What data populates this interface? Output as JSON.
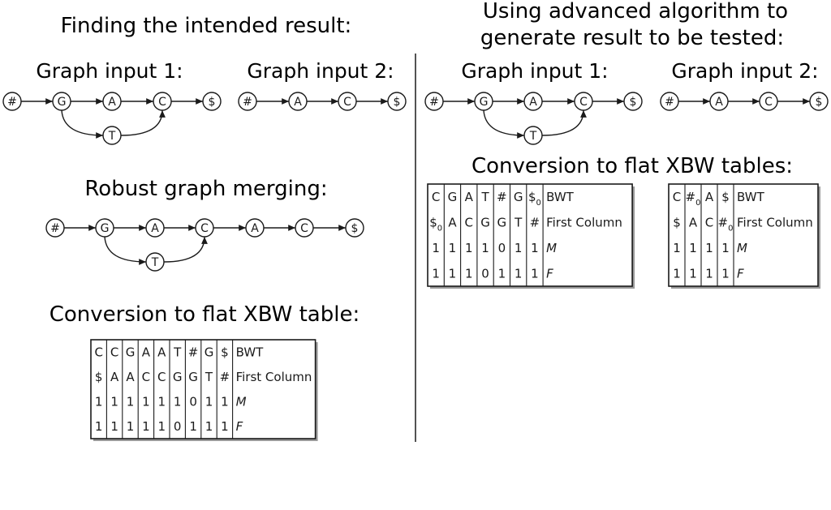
{
  "left": {
    "heading": "Finding the intended result:",
    "graph1_label": "Graph input 1:",
    "graph2_label": "Graph input 2:",
    "merge_heading": "Robust graph merging:",
    "table_heading": "Conversion to flat XBW table:",
    "graph1": {
      "main": [
        "#",
        "G",
        "A",
        "C",
        "$"
      ],
      "branch": "T"
    },
    "graph2": {
      "main": [
        "#",
        "A",
        "C",
        "$"
      ]
    },
    "merged": {
      "main": [
        "#",
        "G",
        "A",
        "C",
        "A",
        "C",
        "$"
      ],
      "branch": "T"
    },
    "table": {
      "rows": [
        {
          "cells": [
            "C",
            "C",
            "G",
            "A",
            "A",
            "T",
            "#",
            "G",
            "$"
          ],
          "label": "BWT",
          "italic": false
        },
        {
          "cells": [
            "$",
            "A",
            "A",
            "C",
            "C",
            "G",
            "G",
            "T",
            "#"
          ],
          "label": "First Column",
          "italic": false
        },
        {
          "cells": [
            "1",
            "1",
            "1",
            "1",
            "1",
            "1",
            "0",
            "1",
            "1"
          ],
          "label": "M",
          "italic": true
        },
        {
          "cells": [
            "1",
            "1",
            "1",
            "1",
            "1",
            "0",
            "1",
            "1",
            "1"
          ],
          "label": "F",
          "italic": true
        }
      ]
    }
  },
  "right": {
    "heading_line1": "Using advanced algorithm to",
    "heading_line2": "generate result to be tested:",
    "graph1_label": "Graph input 1:",
    "graph2_label": "Graph input 2:",
    "table_heading": "Conversion to flat XBW tables:",
    "graph1": {
      "main": [
        "#",
        "G",
        "A",
        "C",
        "$"
      ],
      "branch": "T"
    },
    "graph2": {
      "main": [
        "#",
        "A",
        "C",
        "$"
      ]
    },
    "table1": {
      "rows": [
        {
          "cells": [
            "C",
            "G",
            "A",
            "T",
            "#",
            "G",
            "$0"
          ],
          "label": "BWT",
          "italic": false
        },
        {
          "cells": [
            "$0",
            "A",
            "C",
            "G",
            "G",
            "T",
            "#"
          ],
          "label": "First Column",
          "italic": false
        },
        {
          "cells": [
            "1",
            "1",
            "1",
            "1",
            "0",
            "1",
            "1"
          ],
          "label": "M",
          "italic": true
        },
        {
          "cells": [
            "1",
            "1",
            "1",
            "0",
            "1",
            "1",
            "1"
          ],
          "label": "F",
          "italic": true
        }
      ]
    },
    "table2": {
      "rows": [
        {
          "cells": [
            "C",
            "#0",
            "A",
            "$"
          ],
          "label": "BWT",
          "italic": false
        },
        {
          "cells": [
            "$",
            "A",
            "C",
            "#0"
          ],
          "label": "First Column",
          "italic": false
        },
        {
          "cells": [
            "1",
            "1",
            "1",
            "1"
          ],
          "label": "M",
          "italic": true
        },
        {
          "cells": [
            "1",
            "1",
            "1",
            "1"
          ],
          "label": "F",
          "italic": true
        }
      ]
    }
  },
  "colors": {
    "ink": "#1a1a1a",
    "background": "#ffffff"
  }
}
